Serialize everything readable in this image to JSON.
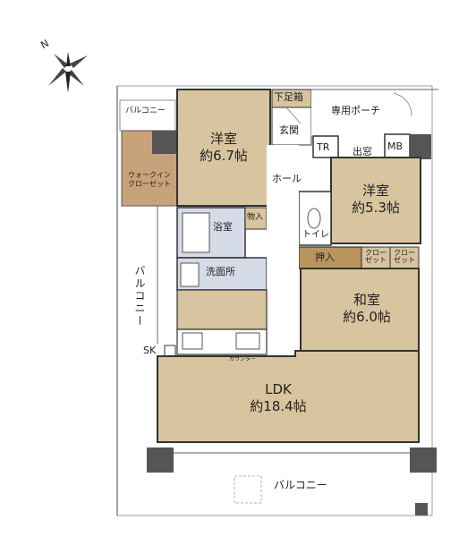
{
  "compass": {
    "north_label": "N"
  },
  "rooms": {
    "western1": {
      "name": "洋室",
      "size": "約6.7帖"
    },
    "western2": {
      "name": "洋室",
      "size": "約5.3帖"
    },
    "japanese": {
      "name": "和室",
      "size": "約6.0帖"
    },
    "ldk": {
      "name": "LDK",
      "size": "約18.4帖"
    },
    "walkin": {
      "line1": "ウォークイン",
      "line2": "クローゼット"
    },
    "bath": "浴室",
    "washroom": "洗面所",
    "storage": "物入",
    "toilet": "トイレ",
    "oshiire": "押入",
    "closet1": {
      "line1": "クロー",
      "line2": "ゼット"
    },
    "closet2": {
      "line1": "クロー",
      "line2": "ゼット"
    },
    "shoebox": "下足箱",
    "entrance": "玄関",
    "hall": "ホール",
    "porch": "専用ポーチ",
    "tr": "TR",
    "mb": "MB",
    "demado": "出窓",
    "sk": "SK",
    "counter": "カウンター"
  },
  "balconies": {
    "top": "バルコニー",
    "left": "バルコニー",
    "bottom": "バルコニー"
  }
}
